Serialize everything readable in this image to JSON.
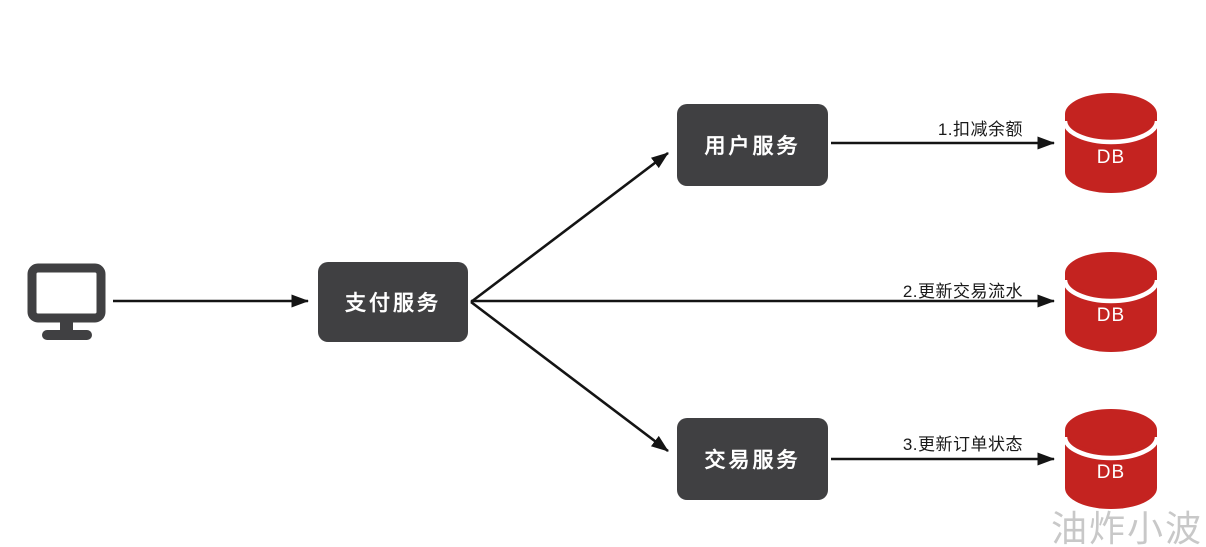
{
  "nodes": {
    "payment": {
      "label": "支付服务"
    },
    "user": {
      "label": "用户服务"
    },
    "trade": {
      "label": "交易服务"
    },
    "db_top": {
      "label": "DB"
    },
    "db_middle": {
      "label": "DB"
    },
    "db_bottom": {
      "label": "DB"
    }
  },
  "edges": {
    "deduct_balance": {
      "label": "1.扣减余额"
    },
    "update_trade_flow": {
      "label": "2.更新交易流水"
    },
    "update_order_state": {
      "label": "3.更新订单状态"
    }
  },
  "icons": {
    "client": "monitor-icon",
    "database": "database-cylinder-icon"
  },
  "watermark": "油炸小波",
  "colors": {
    "node_bg": "#404042",
    "db_red": "#C42320",
    "arrow": "#141414",
    "watermark": "#C6C6C6"
  }
}
